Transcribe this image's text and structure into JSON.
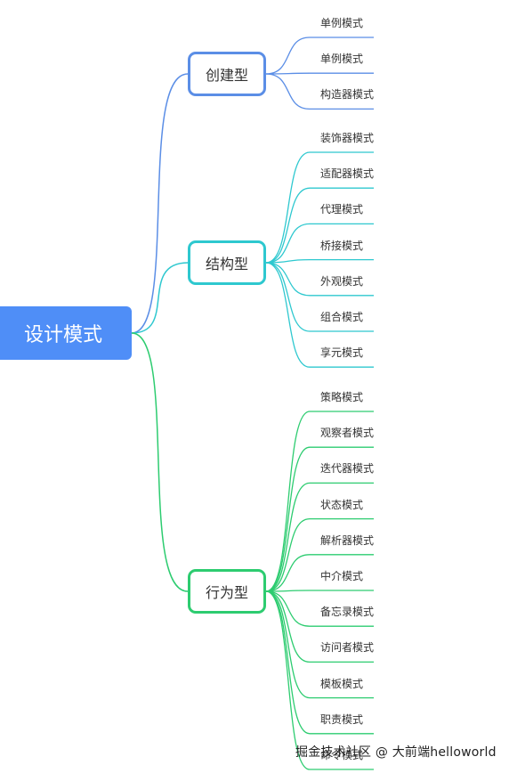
{
  "root": {
    "label": "设计模式",
    "color": "#4f8ef7"
  },
  "categories": [
    {
      "label": "创建型",
      "color": "#5b8ee6",
      "children": [
        "单例模式",
        "单例模式",
        "构造器模式"
      ]
    },
    {
      "label": "结构型",
      "color": "#2ec8cf",
      "children": [
        "装饰器模式",
        "适配器模式",
        "代理模式",
        "桥接模式",
        "外观模式",
        "组合模式",
        "享元模式"
      ]
    },
    {
      "label": "行为型",
      "color": "#2dcc70",
      "children": [
        "策略模式",
        "观察者模式",
        "迭代器模式",
        "状态模式",
        "解析器模式",
        "中介模式",
        "备忘录模式",
        "访问者模式",
        "模板模式",
        "职责模式",
        "命令模式"
      ]
    }
  ],
  "watermark": "掘金技术社区 @ 大前端helloworld"
}
